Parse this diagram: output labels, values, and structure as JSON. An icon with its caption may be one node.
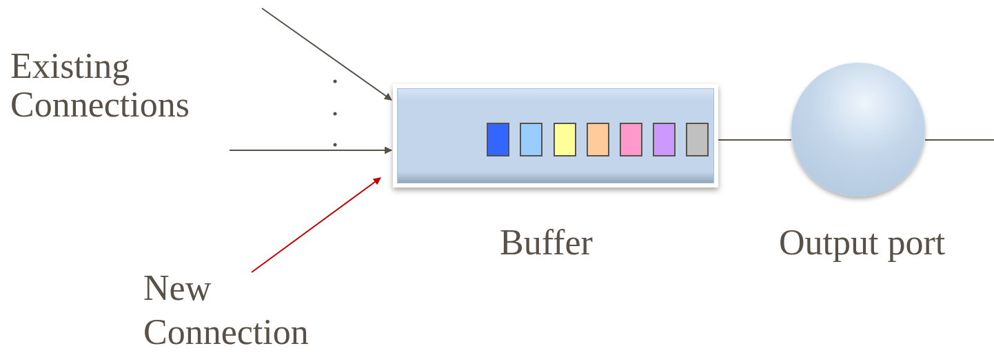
{
  "diagram": {
    "nodes": [
      {
        "text": [
          "Buffer"
        ]
      },
      {
        "text": [],
        "shape": "box",
        "in": 0
      },
      {
        "text": [],
        "shape": "box",
        "in": 0
      },
      {
        "text": [],
        "shape": "box",
        "in": 0
      },
      {
        "text": [],
        "shape": "box",
        "in": 0
      },
      {
        "text": [],
        "shape": "box",
        "in": 0
      },
      {
        "text": [],
        "shape": "box",
        "in": 0
      },
      {
        "text": [],
        "shape": "box",
        "in": 0
      },
      {
        "text": [
          "Output port"
        ]
      },
      {
        "text": [
          "New Connection"
        ]
      }
    ],
    "edges": [
      {
        "from": null,
        "to": 0,
        "arrow": "to"
      },
      {
        "from": null,
        "to": 0,
        "arrow": "to"
      },
      {
        "from": 9,
        "to": 0,
        "arrow": "to",
        "color": "#c00000"
      },
      {
        "from": 0,
        "to": 8,
        "arrow": "none"
      },
      {
        "from": 8,
        "to": null,
        "arrow": "none"
      }
    ],
    "labels": [
      "Existing Connections"
    ]
  }
}
